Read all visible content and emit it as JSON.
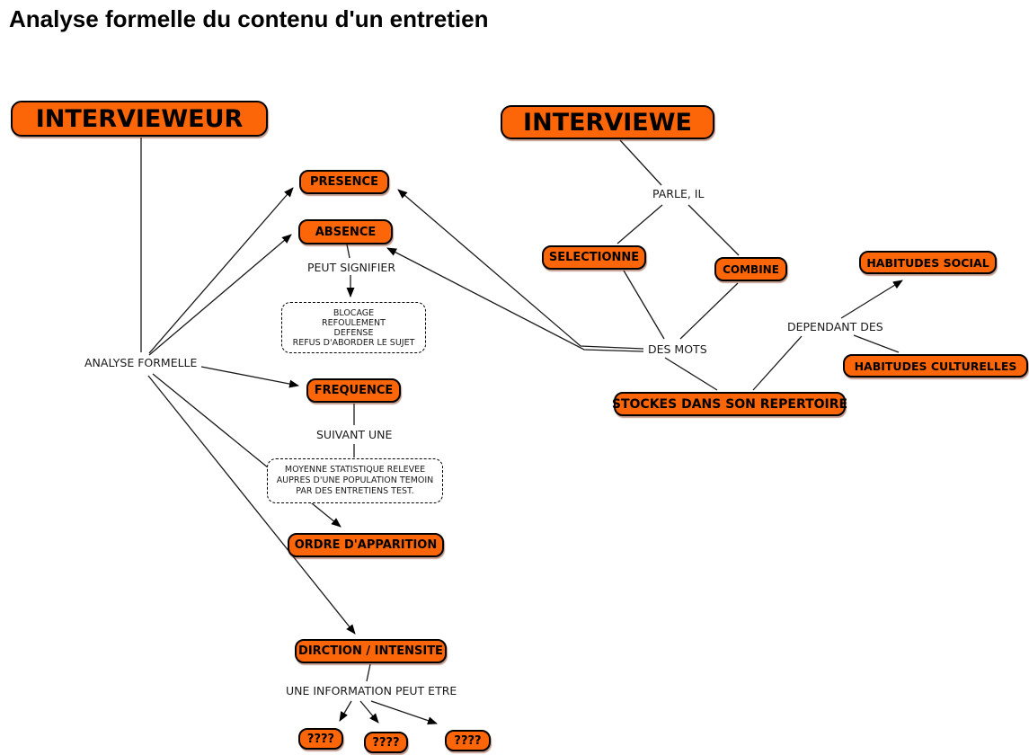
{
  "title": "Analyse formelle du contenu d'un entretien",
  "colors": {
    "node_fill": "#FC6608",
    "node_border": "#000000",
    "line_color": "#1a1a1a",
    "background": "#ffffff"
  },
  "nodes": {
    "interviewer": {
      "label": "INTERVIEWEUR"
    },
    "interviewee": {
      "label": "INTERVIEWE"
    },
    "presence": {
      "label": "PRESENCE"
    },
    "absence": {
      "label": "ABSENCE"
    },
    "selectionne": {
      "label": "SELECTIONNE"
    },
    "combine": {
      "label": "COMBINE"
    },
    "habitudes_social": {
      "label": "HABITUDES SOCIAL"
    },
    "habitudes_culturelles": {
      "label": "HABITUDES CULTURELLES"
    },
    "stockes": {
      "label": "STOCKES DANS SON REPERTOIRE"
    },
    "frequence": {
      "label": "FREQUENCE"
    },
    "ordre": {
      "label": "ORDRE D'APPARITION"
    },
    "direction": {
      "label": "DIRCTION / INTENSITE"
    },
    "unknown1": {
      "label": "????"
    },
    "unknown2": {
      "label": "????"
    },
    "unknown3": {
      "label": "????"
    }
  },
  "notes": {
    "signifier": {
      "lines": [
        "BLOCAGE",
        "REFOULEMENT",
        "DEFENSE",
        "REFUS D'ABORDER LE SUJET"
      ]
    },
    "moyenne": {
      "lines": [
        "MOYENNE STATISTIQUE RELEVEE",
        "AUPRES D'UNE POPULATION TEMOIN",
        "PAR DES ENTRETIENS TEST."
      ]
    }
  },
  "edge_labels": {
    "parle_il": "PARLE, IL",
    "peut_signifier": "PEUT SIGNIFIER",
    "analyse_formelle": "ANALYSE FORMELLE",
    "des_mots": "DES MOTS",
    "dependant_des": "DEPENDANT DES",
    "suivant_une": "SUIVANT UNE",
    "une_information": "UNE INFORMATION PEUT ETRE"
  }
}
